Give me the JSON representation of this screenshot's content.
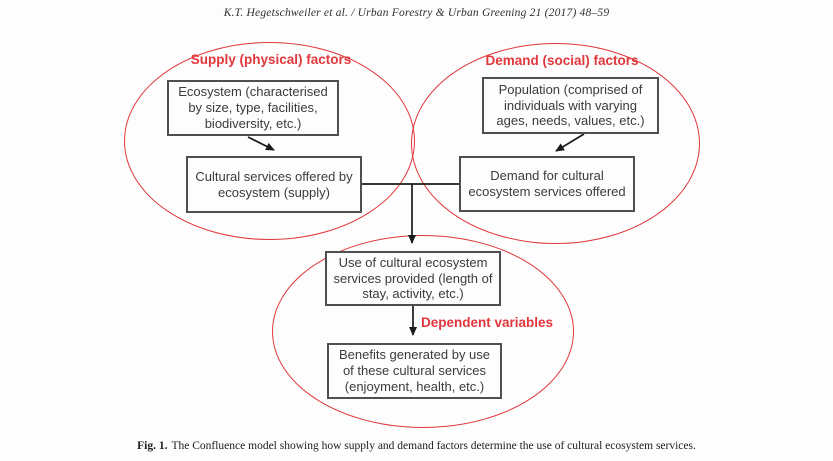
{
  "header": {
    "citation": "K.T. Hegetschweiler et al. / Urban Forestry & Urban Greening 21 (2017) 48–59"
  },
  "diagram": {
    "supply_label": "Supply (physical) factors",
    "demand_label": "Demand (social) factors",
    "dependent_label": "Dependent variables",
    "boxes": {
      "ecosystem": "Ecosystem (characterised by size, type, facilities, biodiversity, etc.)",
      "population": "Population (comprised of individuals with varying ages, needs, values, etc.)",
      "cultural_services": "Cultural services offered by ecosystem (supply)",
      "demand_services": "Demand for cultural ecosystem services offered",
      "use_services": "Use of cultural ecosystem services provided (length of stay, activity, etc.)",
      "benefits": "Benefits generated by use of these cultural services (enjoyment, health, etc.)"
    },
    "colors": {
      "accent_red": "#e1373c",
      "box_border": "#4f4f4f",
      "arrow_black": "#1b1b1b",
      "text": "#3b3b3b",
      "background": "#fdfdfd"
    }
  },
  "caption": {
    "label": "Fig. 1.",
    "text": "The Confluence model showing how supply and demand factors determine the use of cultural ecosystem services."
  }
}
